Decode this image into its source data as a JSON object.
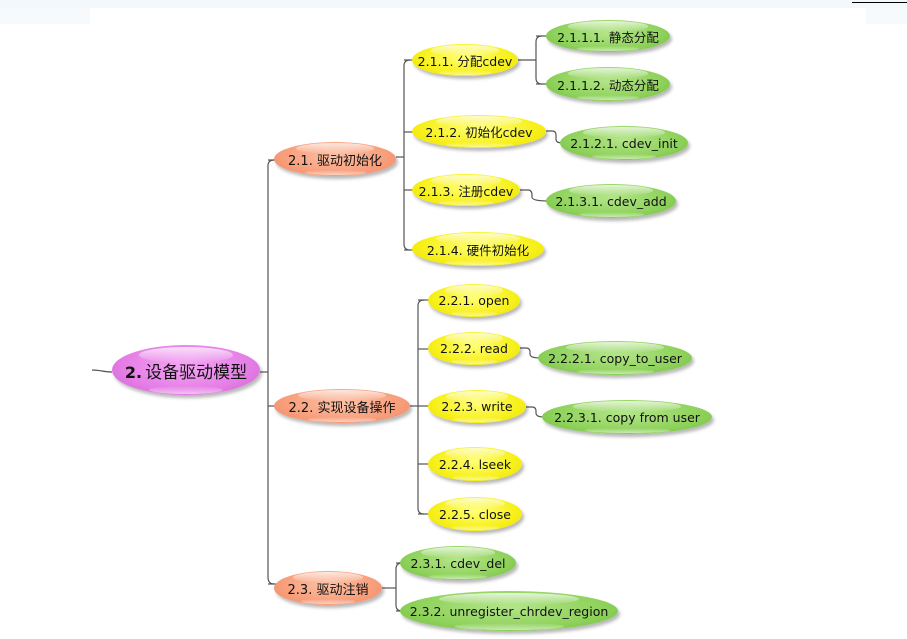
{
  "diagram": {
    "type": "mind-map",
    "root": {
      "number": "2.",
      "label": "设备驱动模型",
      "color": "#e57ee6"
    },
    "colors": {
      "level1": "#f89e7b",
      "level2": "#f7f01a",
      "level3": "#8fd25c",
      "connector": "#555555"
    },
    "branches": [
      {
        "label": "2.1. 驱动初始化",
        "children": [
          {
            "label": "2.1.1. 分配cdev",
            "children": [
              {
                "label": "2.1.1.1. 静态分配"
              },
              {
                "label": "2.1.1.2. 动态分配"
              }
            ]
          },
          {
            "label": "2.1.2. 初始化cdev",
            "children": [
              {
                "label": "2.1.2.1. cdev_init"
              }
            ]
          },
          {
            "label": "2.1.3. 注册cdev",
            "children": [
              {
                "label": "2.1.3.1. cdev_add"
              }
            ]
          },
          {
            "label": "2.1.4. 硬件初始化"
          }
        ]
      },
      {
        "label": "2.2. 实现设备操作",
        "children": [
          {
            "label": "2.2.1. open"
          },
          {
            "label": "2.2.2. read",
            "children": [
              {
                "label": "2.2.2.1. copy_to_user"
              }
            ]
          },
          {
            "label": "2.2.3. write",
            "children": [
              {
                "label": "2.2.3.1. copy  from  user"
              }
            ]
          },
          {
            "label": "2.2.4. lseek"
          },
          {
            "label": "2.2.5. close"
          }
        ]
      },
      {
        "label": "2.3. 驱动注销",
        "children": [
          {
            "label": "2.3.1. cdev_del"
          },
          {
            "label": "2.3.2. unregister_chrdev_region"
          }
        ]
      }
    ]
  }
}
